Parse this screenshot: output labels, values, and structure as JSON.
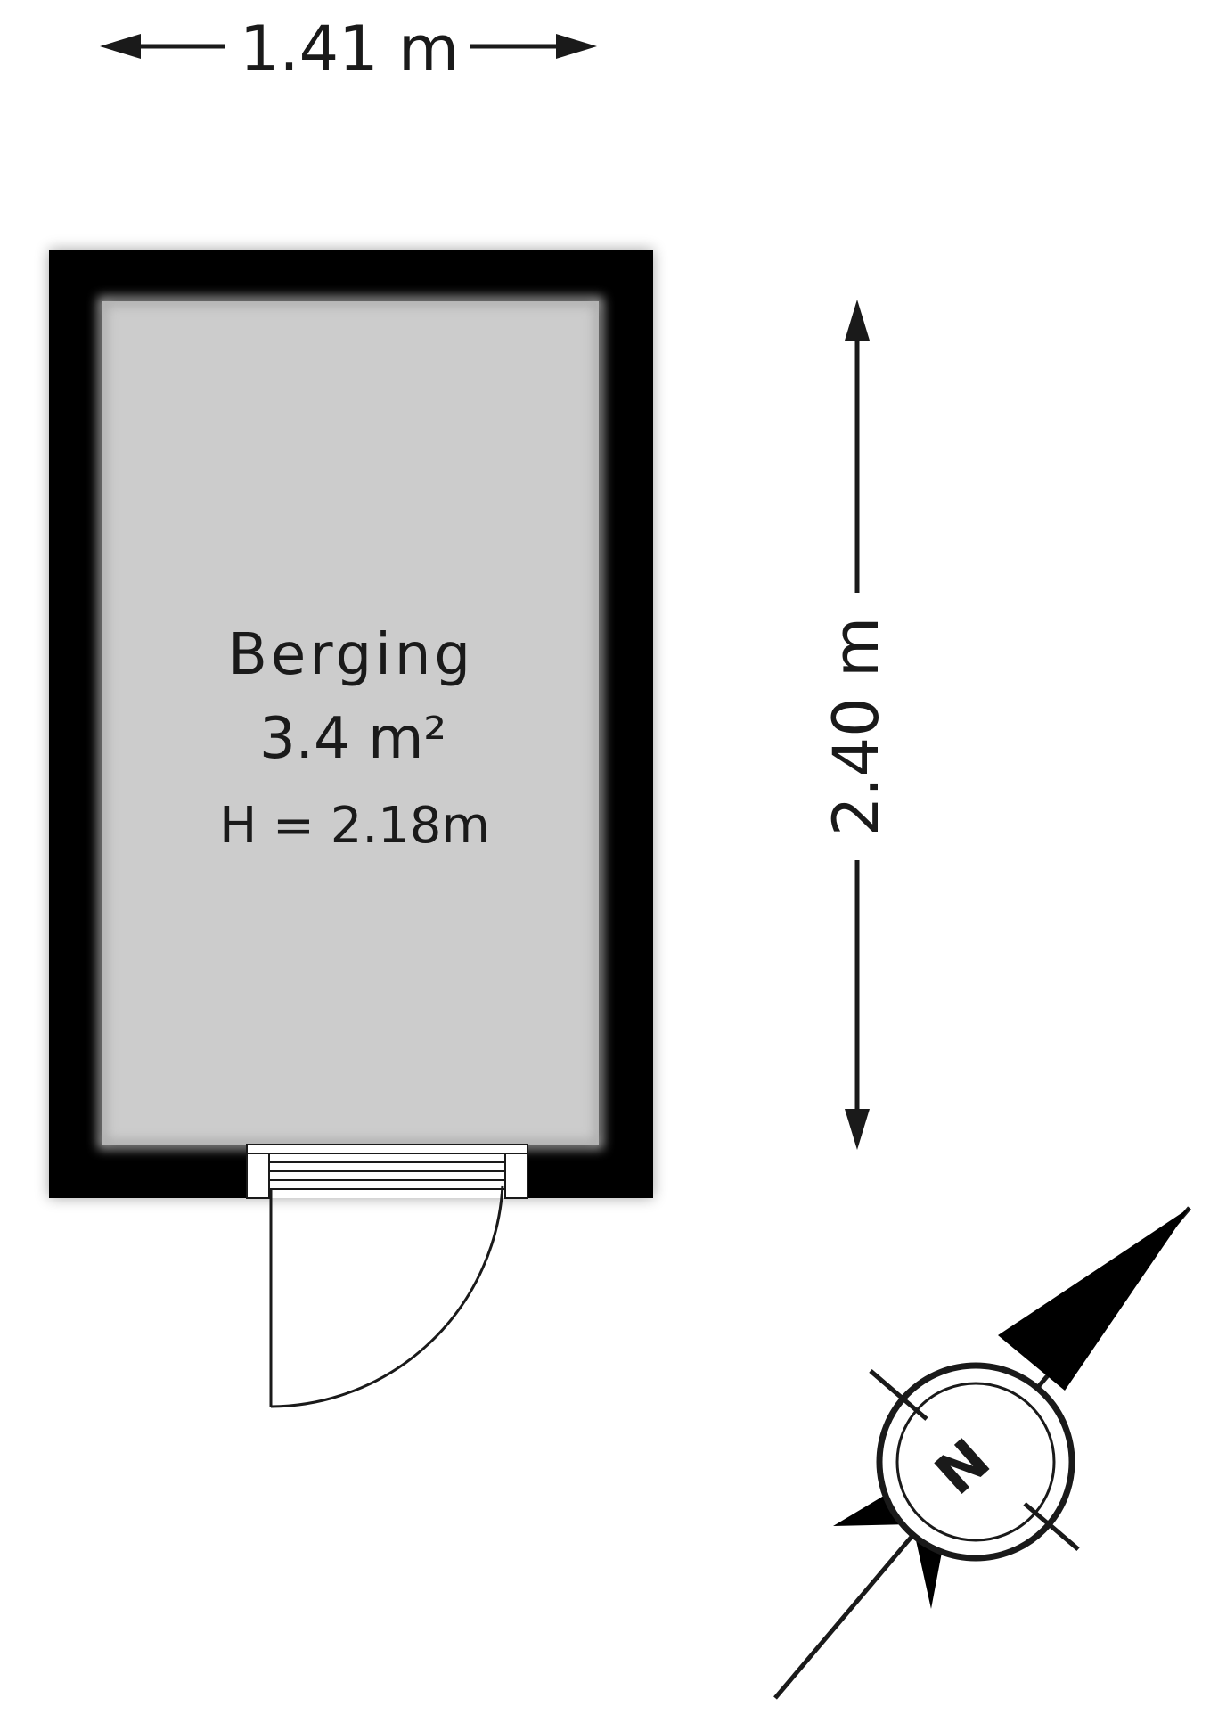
{
  "dimensions": {
    "width_label": "1.41 m",
    "height_label": "2.40 m"
  },
  "room": {
    "name": "Berging",
    "area": "3.4 m²",
    "height": "H = 2.18m"
  },
  "compass": {
    "label": "N",
    "icon": "compass-icon"
  },
  "colors": {
    "wall": "#000000",
    "floor": "#cccccc",
    "line": "#1a1a1a",
    "background": "#ffffff"
  }
}
